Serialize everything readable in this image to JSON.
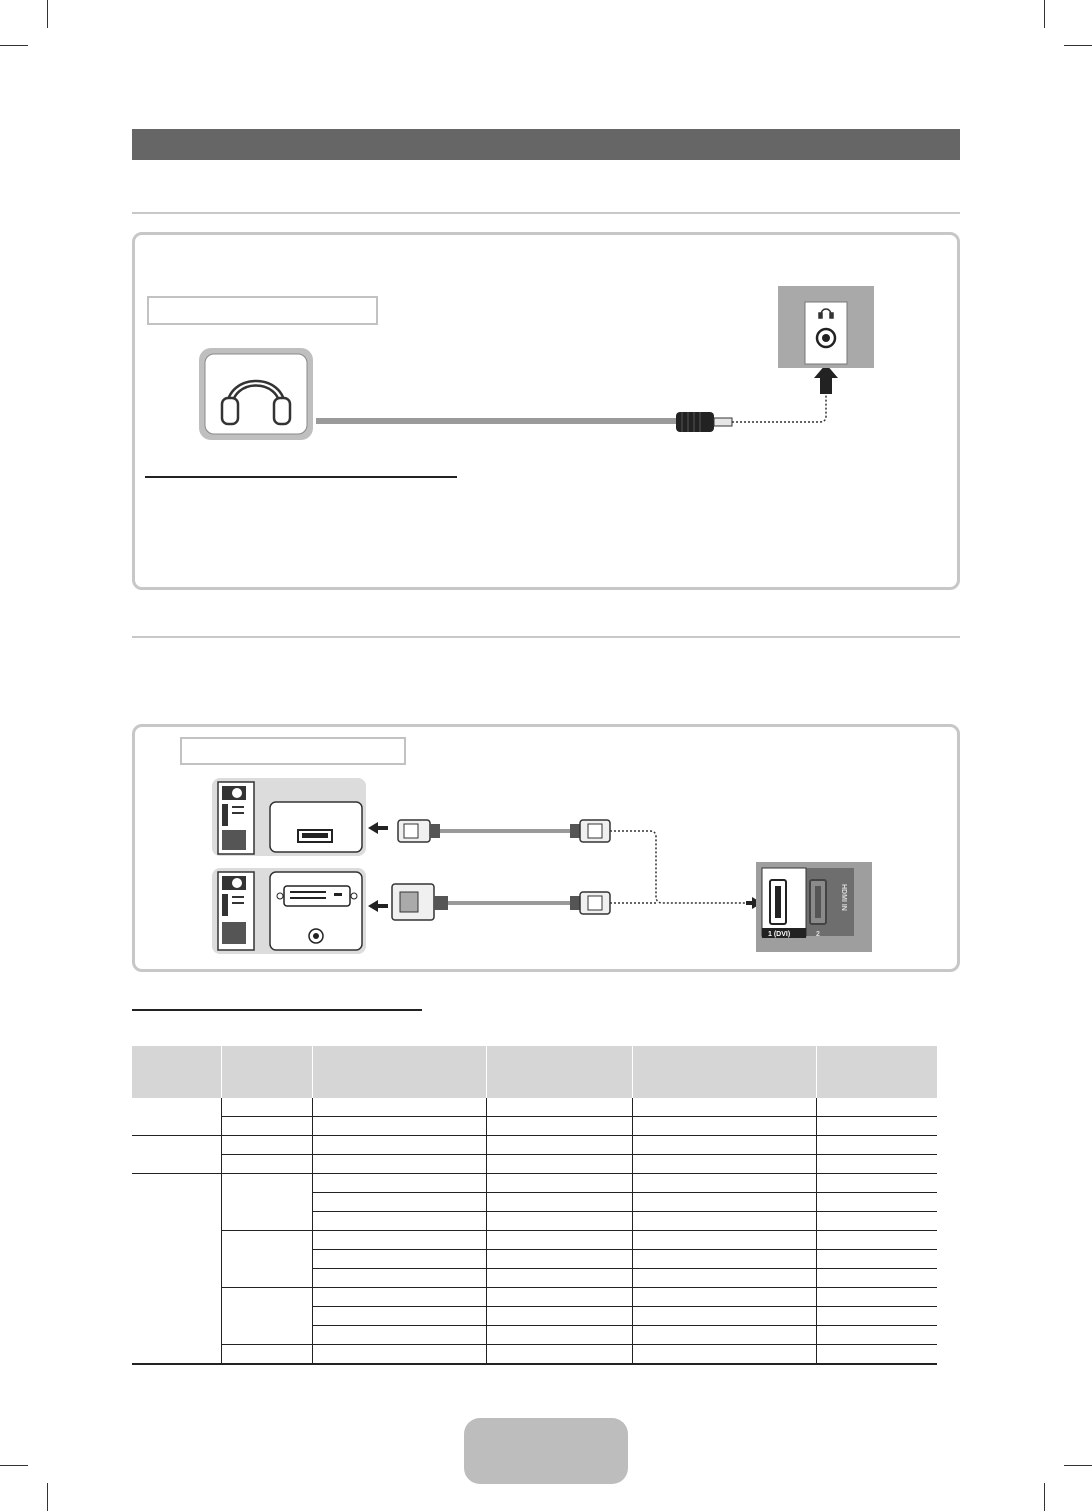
{
  "page": {
    "section_title": "",
    "headphones_heading": "",
    "headphones_label": "",
    "headphones_subheading": "",
    "pc_heading": "",
    "pc_label": "",
    "modes_heading": "",
    "page_number": ""
  },
  "tv_panel": {
    "hdmi_port_1_label": "1 (DVI)",
    "hdmi_port_2_label": "2",
    "hdmi_in_label": "HDMI IN"
  },
  "table": {
    "columns": [
      "",
      "",
      "",
      "",
      "",
      ""
    ],
    "row_count": 14
  }
}
